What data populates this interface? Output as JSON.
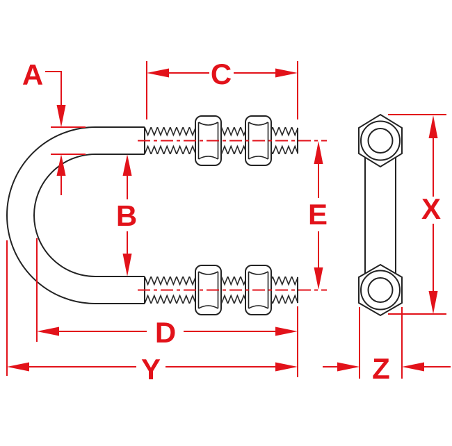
{
  "diagram": {
    "labels": {
      "a": "A",
      "b": "B",
      "c": "C",
      "d": "D",
      "e": "E",
      "x": "X",
      "y": "Y",
      "z": "Z"
    },
    "colors": {
      "dimension_red": "#e2121a",
      "line_black": "#232323",
      "background": "#ffffff"
    }
  }
}
